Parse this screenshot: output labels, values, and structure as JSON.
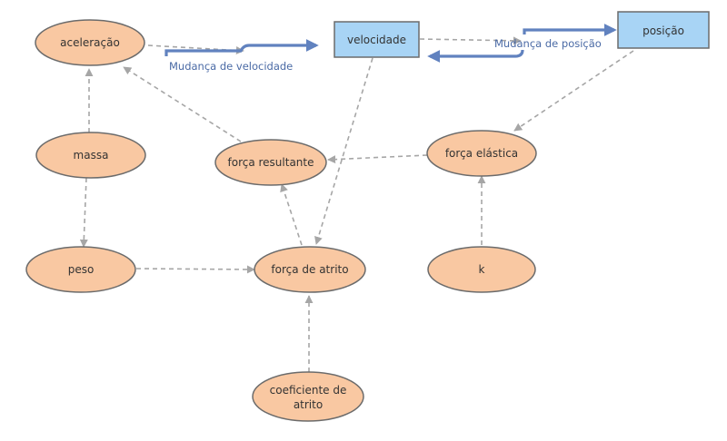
{
  "diagram": {
    "nodes": {
      "aceleracao": "aceleração",
      "velocidade": "velocidade",
      "posicao": "posição",
      "massa": "massa",
      "forca_resultante": "força resultante",
      "forca_elastica": "força elástica",
      "peso": "peso",
      "forca_atrito": "força de atrito",
      "k": "k",
      "coeficiente_atrito_line1": "coeficiente de",
      "coeficiente_atrito_line2": "atrito"
    },
    "flows": {
      "mudanca_velocidade": "Mudança de velocidade",
      "mudanca_posicao": "Mudança de posição"
    }
  },
  "colors": {
    "node_fill": "#f9c8a2",
    "stock_fill": "#a8d4f5",
    "flow_color": "#6182bf",
    "link_color": "#a6a6a6"
  }
}
